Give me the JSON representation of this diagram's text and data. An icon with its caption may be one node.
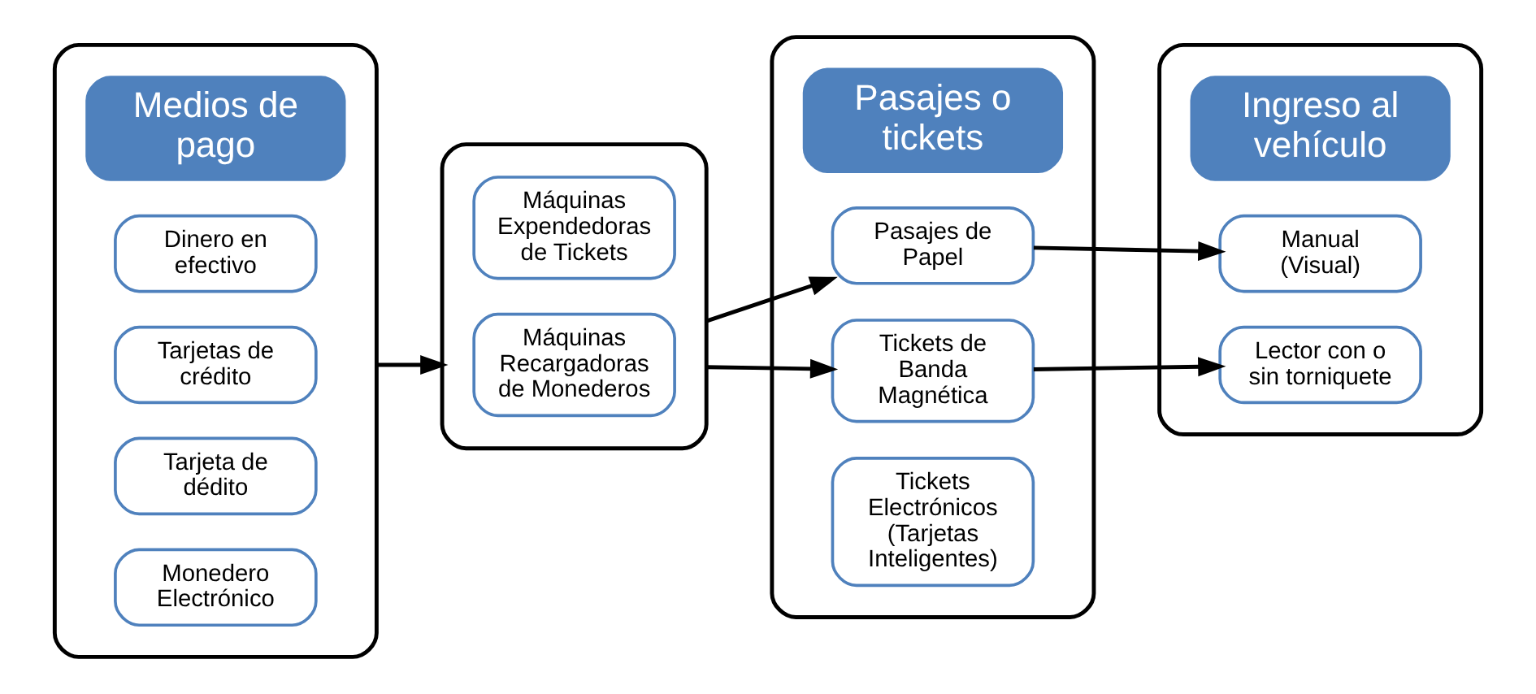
{
  "diagram": {
    "nodes": [
      {
        "text": [],
        "shape": "box"
      },
      {
        "text": [
          "Medios de pago"
        ],
        "in": 0
      },
      {
        "text": [
          "Dinero en efectivo"
        ],
        "in": 0
      },
      {
        "text": [
          "Tarjetas de crédito"
        ],
        "in": 0
      },
      {
        "text": [
          "Tarjeta de dédito"
        ],
        "in": 0
      },
      {
        "text": [
          "Monedero Electrónico"
        ],
        "in": 0
      },
      {
        "text": [],
        "shape": "box"
      },
      {
        "text": [
          "Máquinas Expendedoras de Tickets"
        ],
        "in": 6
      },
      {
        "text": [
          "Máquinas Recargadoras de Monederos"
        ],
        "in": 6
      },
      {
        "text": [],
        "shape": "box"
      },
      {
        "text": [
          "Pasajes o tickets"
        ],
        "in": 9
      },
      {
        "text": [
          "Pasajes de Papel"
        ],
        "in": 9
      },
      {
        "text": [
          "Tickets de Banda Magnética"
        ],
        "in": 9
      },
      {
        "text": [
          "Tickets Electrónicos (Tarjetas Inteligentes)"
        ],
        "in": 9
      },
      {
        "text": [],
        "shape": "box"
      },
      {
        "text": [
          "Ingreso al vehículo"
        ],
        "in": 14
      },
      {
        "text": [
          "Manual (Visual)"
        ],
        "in": 14
      },
      {
        "text": [
          "Lector con o sin torniquete"
        ],
        "in": 14
      }
    ],
    "edges": [
      {
        "from": 0,
        "to": 6,
        "arrow": "to"
      },
      {
        "from": 6,
        "to": 11,
        "arrow": "to"
      },
      {
        "from": 6,
        "to": 12,
        "arrow": "to"
      },
      {
        "from": 11,
        "to": 16,
        "arrow": "to"
      },
      {
        "from": 12,
        "to": 17,
        "arrow": "to"
      }
    ]
  }
}
